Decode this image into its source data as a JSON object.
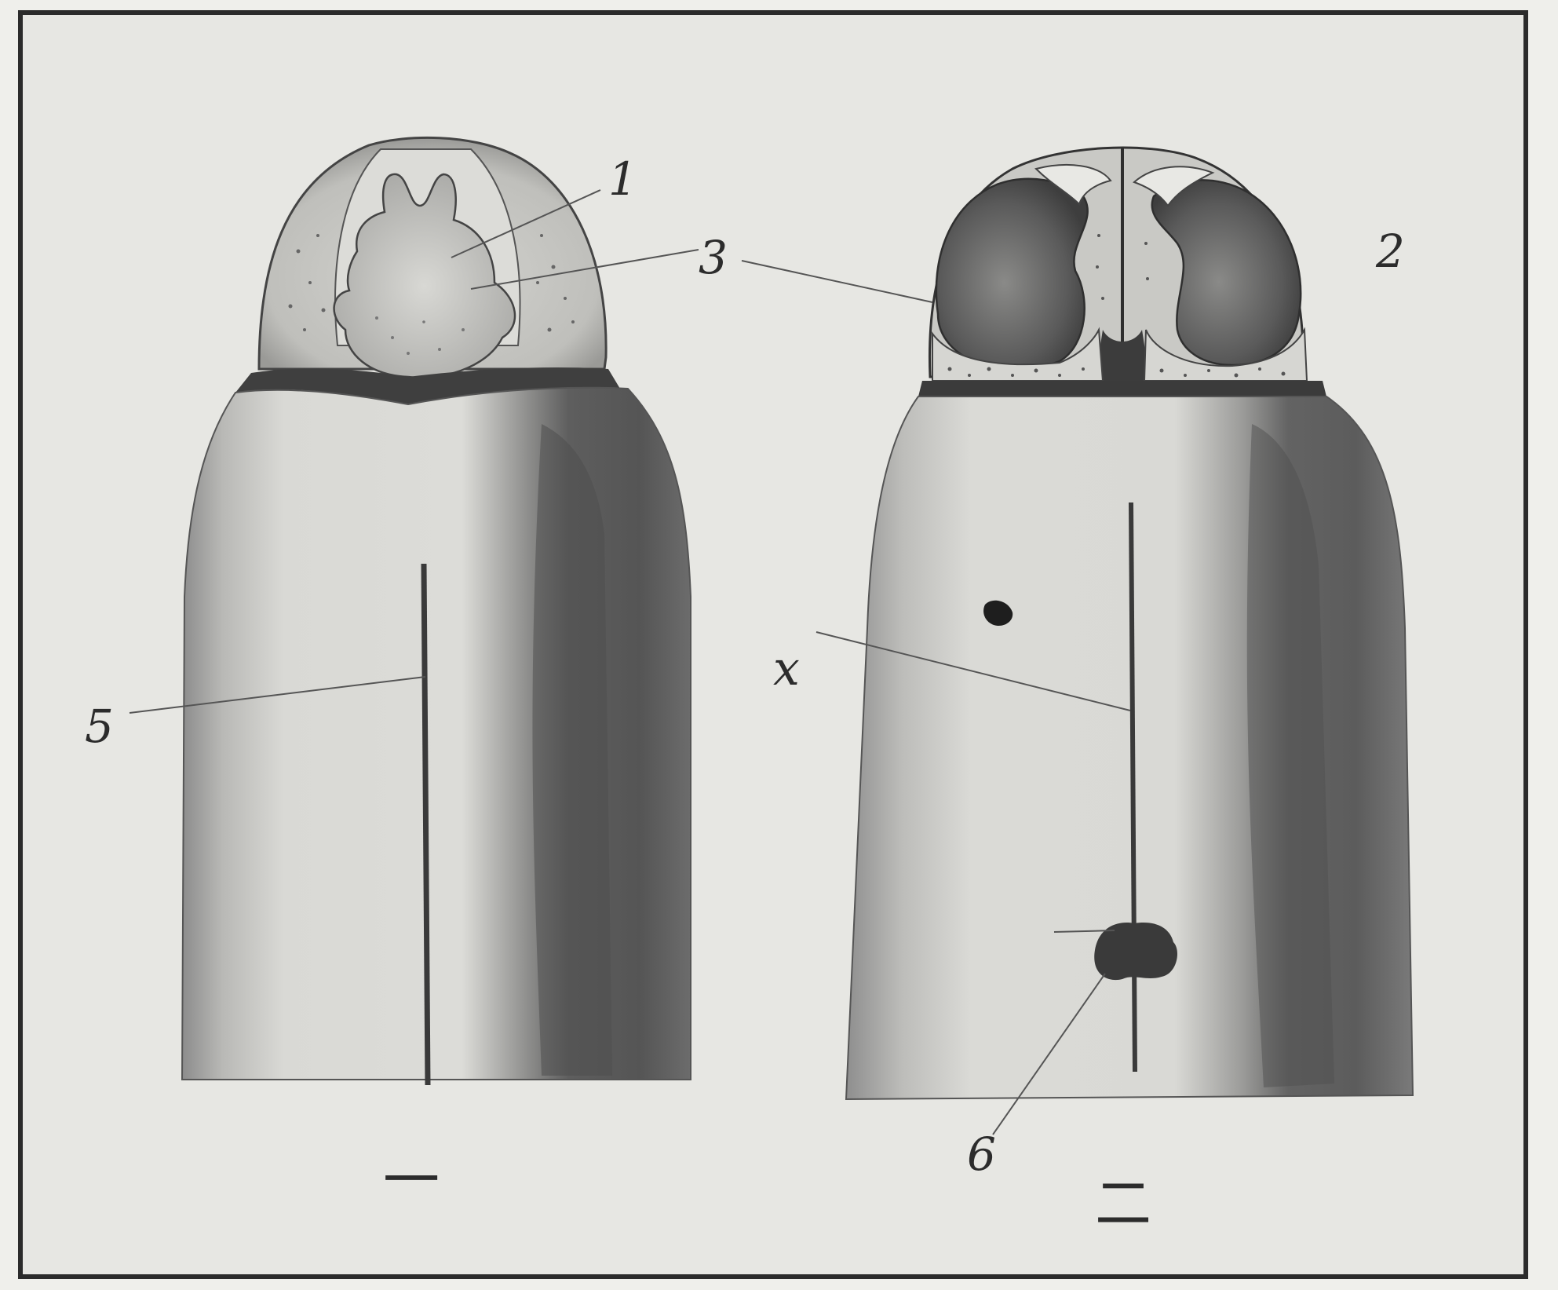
{
  "plate": {
    "labels": {
      "l1": "1",
      "l2": "2",
      "l3": "3",
      "l5": "5",
      "lx": "x",
      "l6": "6"
    },
    "captions": {
      "fig_one": "一",
      "fig_two": "二"
    }
  },
  "colors": {
    "paper": "#efefeb",
    "frame": "#2b2b2b",
    "ink": "#2c2c2c",
    "tone_dark": "#4a4a4a"
  }
}
